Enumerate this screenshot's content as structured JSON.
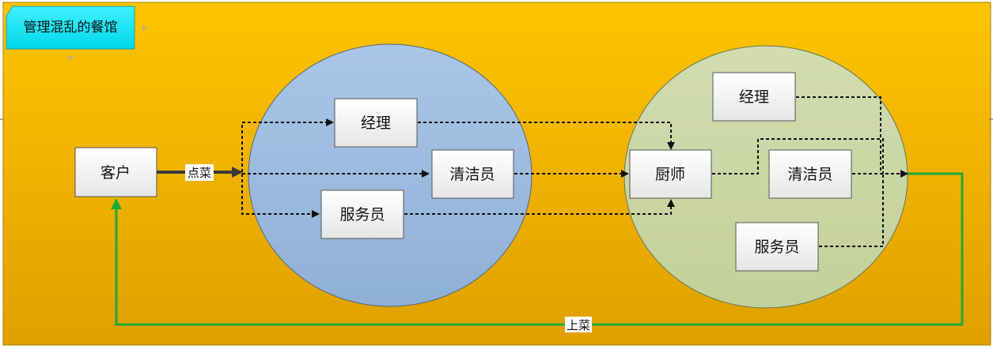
{
  "title": "管理混乱的餐馆",
  "nodes": {
    "customer": "客户",
    "manager_left": "经理",
    "cleaner_left": "清洁员",
    "waiter_left": "服务员",
    "chef": "厨师",
    "manager_right": "经理",
    "cleaner_right": "清洁员",
    "waiter_right": "服务员"
  },
  "edges": {
    "order_label": "点菜",
    "serve_label": "上菜"
  },
  "colors": {
    "background": "#f2b800",
    "title_tag": "#00e5f0",
    "left_circle": "#9fbfe0",
    "right_circle": "#cfd9a8",
    "serve_line": "#1fa83a"
  }
}
